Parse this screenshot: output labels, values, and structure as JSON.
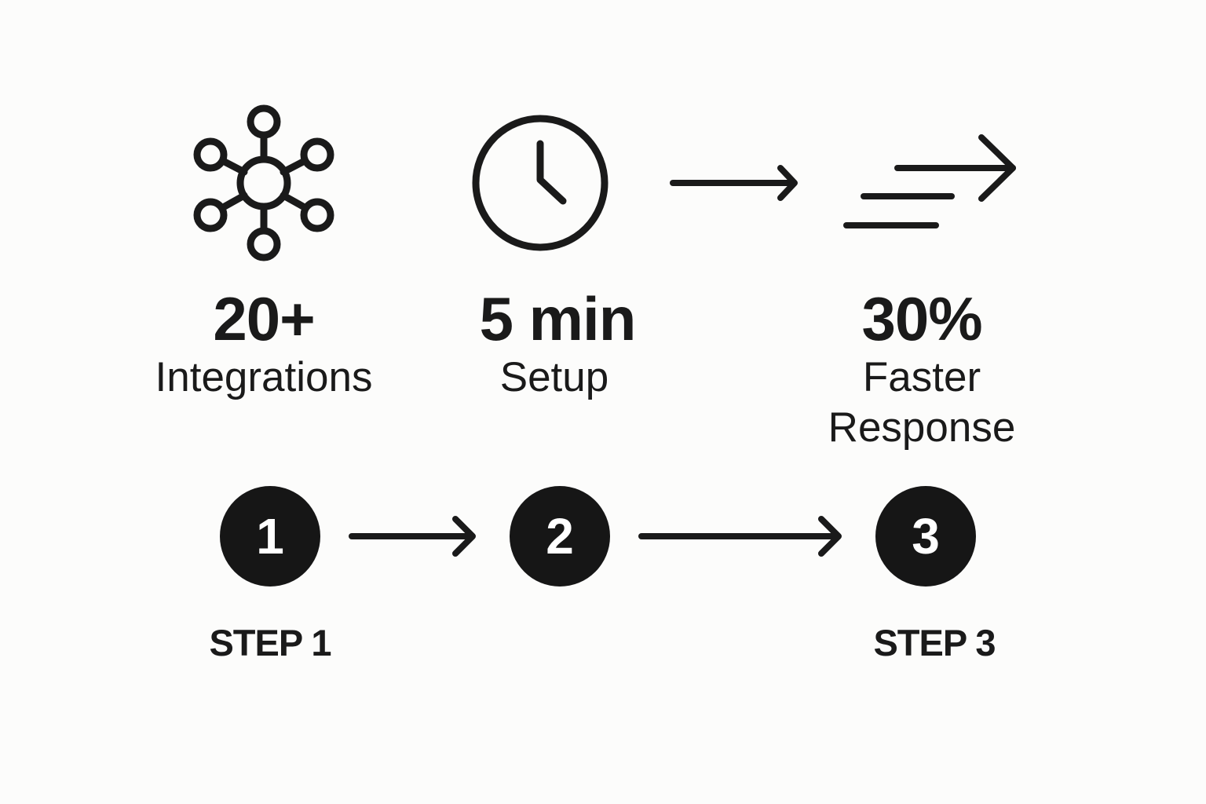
{
  "stats": [
    {
      "value": "20+",
      "label": "Integrations",
      "icon": "network-hub-icon"
    },
    {
      "value": "5 min",
      "label": "Setup",
      "icon": "clock-icon"
    },
    {
      "value": "30%",
      "label_line1": "Faster",
      "label_line2": "Response",
      "icon": "speed-lines-arrow-icon"
    }
  ],
  "steps": [
    {
      "number": "1",
      "label": "STEP 1"
    },
    {
      "number": "2",
      "label": ""
    },
    {
      "number": "3",
      "label": "STEP 3"
    }
  ],
  "colors": {
    "ink": "#1a1a1a",
    "circle": "#161616",
    "background": "#fcfcfb"
  }
}
